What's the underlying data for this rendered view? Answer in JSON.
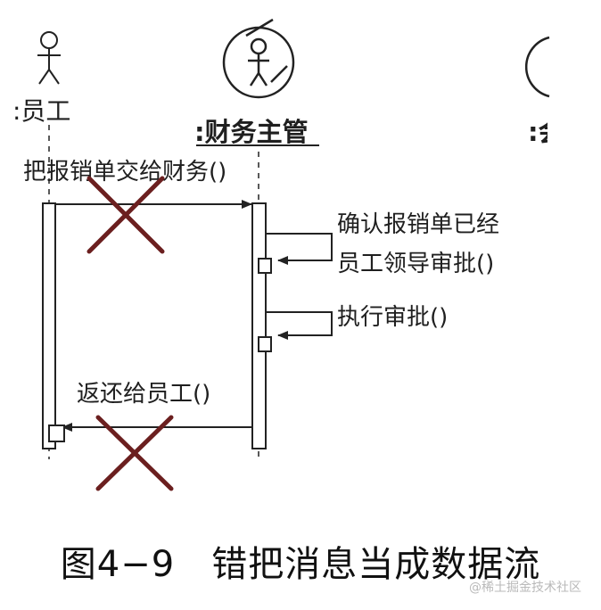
{
  "actors": [
    {
      "id": "employee",
      "label": ":员工"
    },
    {
      "id": "finance_manager",
      "label": ":财务主管"
    },
    {
      "id": "third",
      "label": ":会"
    }
  ],
  "messages": [
    {
      "id": "submit",
      "label": "把报销单交给财务()",
      "from": "employee",
      "to": "finance_manager",
      "crossed_out": true
    },
    {
      "id": "confirm",
      "label_line1": "确认报销单已经",
      "label_line2": "员工领导审批()",
      "from": "finance_manager",
      "to": "finance_manager",
      "crossed_out": false
    },
    {
      "id": "execute",
      "label": "执行审批()",
      "from": "finance_manager",
      "to": "finance_manager",
      "crossed_out": false
    },
    {
      "id": "return",
      "label": "返还给员工()",
      "from": "finance_manager",
      "to": "employee",
      "crossed_out": true
    }
  ],
  "caption": "图4−9　错把消息当成数据流",
  "watermark": "@稀土掘金技术社区",
  "colors": {
    "cross": "#6b1f1f",
    "line": "#222222"
  }
}
